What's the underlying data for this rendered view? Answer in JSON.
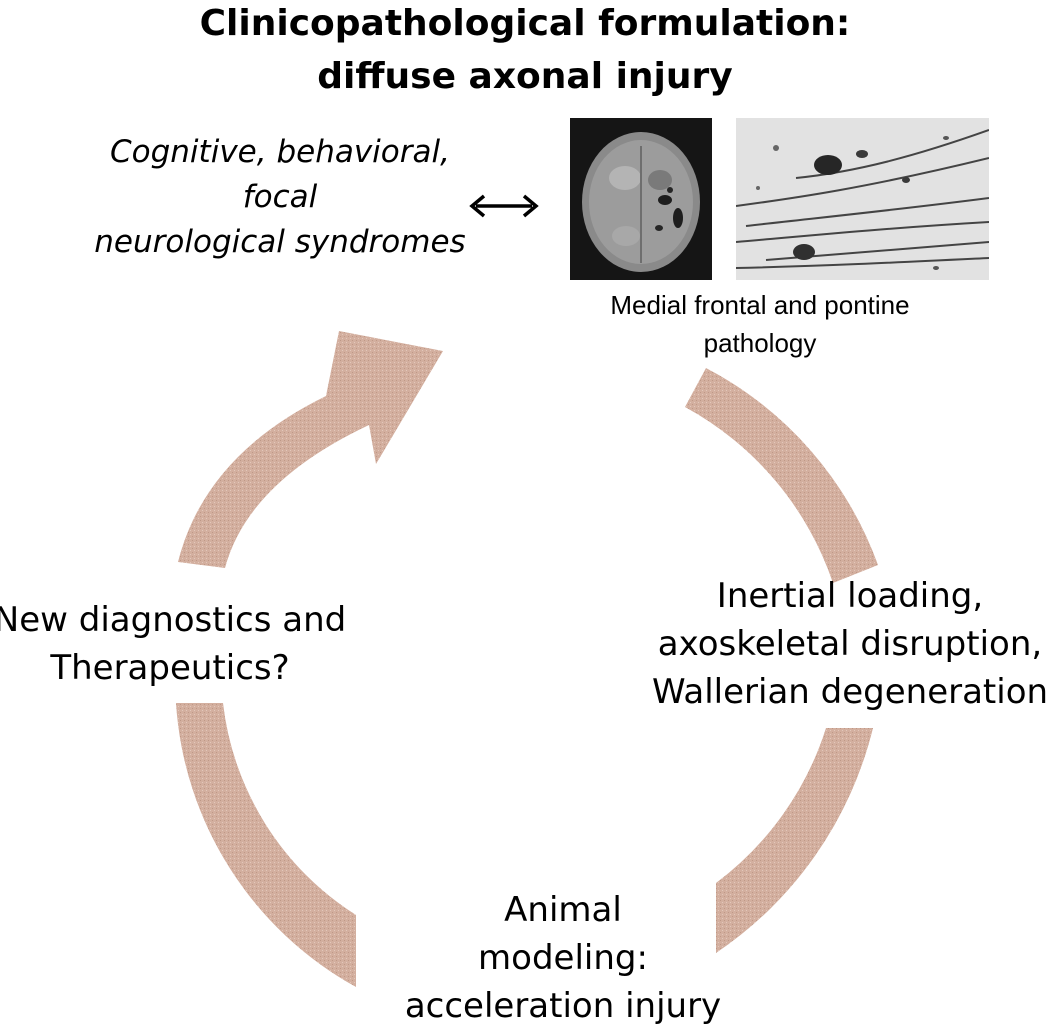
{
  "title": {
    "line1": "Clinicopathological formulation:",
    "line2": "diffuse axonal injury"
  },
  "clinical": {
    "lines": [
      "Cognitive, behavioral,",
      "focal",
      "neurological syndromes"
    ]
  },
  "pathology": {
    "caption_lines": [
      "Medial frontal and pontine",
      "pathology"
    ]
  },
  "steps": {
    "mechanism": [
      "Inertial loading,",
      "axoskeletal disruption,",
      "Wallerian degeneration"
    ],
    "model": [
      "Animal",
      "modeling:",
      "acceleration injury"
    ],
    "future": [
      "New diagnostics and",
      "Therapeutics?"
    ]
  },
  "colors": {
    "cycle_arrow": "#d1ad9d",
    "text": "#000000"
  },
  "icons": [
    "double-headed-arrow-icon"
  ]
}
